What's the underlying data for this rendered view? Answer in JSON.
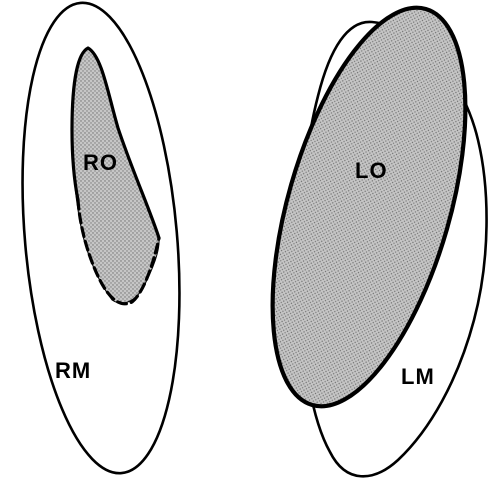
{
  "labels": {
    "right_outer": "RO",
    "right_middle": "RM",
    "left_outer": "LO",
    "left_middle": "LM"
  },
  "colors": {
    "outline": "#000000",
    "shaded_fill": "#bdbdbd",
    "stipple_dot": "#6e6e6e",
    "background": "#ffffff"
  }
}
